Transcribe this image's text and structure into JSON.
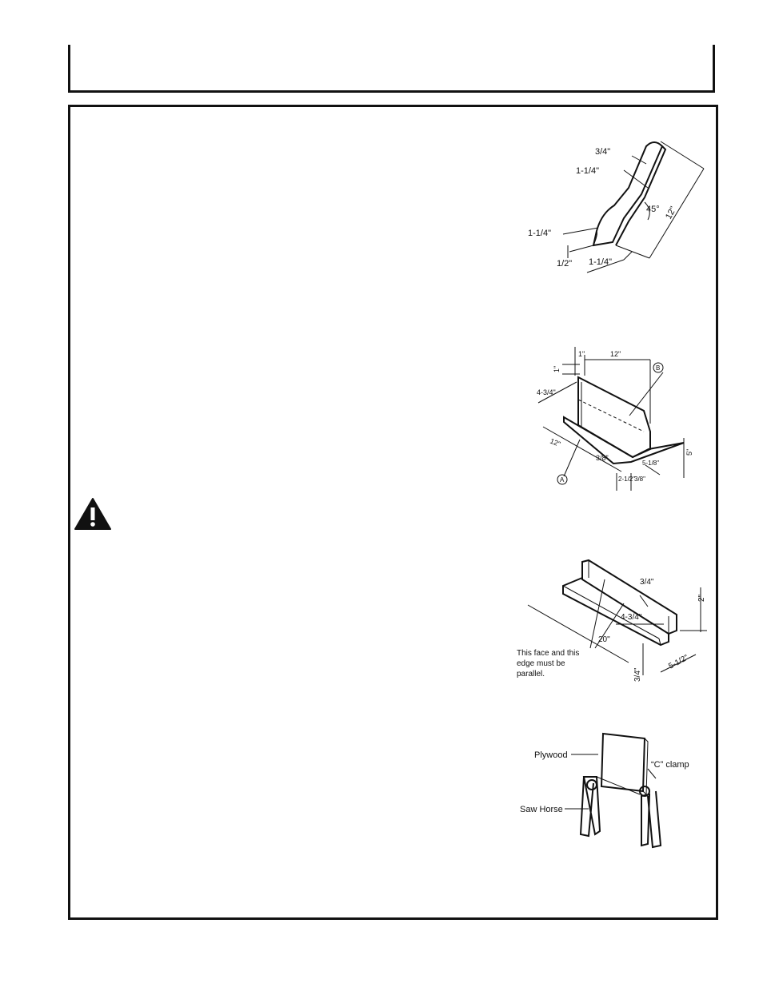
{
  "figure_push_stick": {
    "labels": {
      "width_top": "3/4\"",
      "width_mid": "1-1/4\"",
      "angle": "45°",
      "length": "12\"",
      "heel_height": "1-1/4\"",
      "notch": "1/2\"",
      "base": "1-1/4\""
    }
  },
  "figure_push_block": {
    "labels": {
      "top_one": "1\"",
      "length_top": "12\"",
      "callout_b": "B",
      "side_one": "1\"",
      "height_upper": "4-3/4\"",
      "length_base": "12\"",
      "slot": "3/8\"",
      "callout_a": "A",
      "base_width": "5-1/8\"",
      "height": "5\"",
      "bottom_left": "2-1/2\"",
      "bottom_right": "3/8\""
    }
  },
  "warning": {
    "icon": "warning-triangle-icon"
  },
  "figure_fence_jig": {
    "labels": {
      "top_thickness": "3/4\"",
      "height": "2\"",
      "inner_width": "4-3/4\"",
      "length": "20\"",
      "base_thickness": "3/4\"",
      "total_width": "5-1/2\"",
      "note": "This face and this edge must be parallel."
    },
    "note_lines": [
      "This face and this",
      "edge must be",
      "parallel."
    ]
  },
  "figure_sawhorse": {
    "labels": {
      "plywood": "Plywood",
      "clamp": "“C” clamp",
      "saw_horse": "Saw Horse"
    }
  }
}
